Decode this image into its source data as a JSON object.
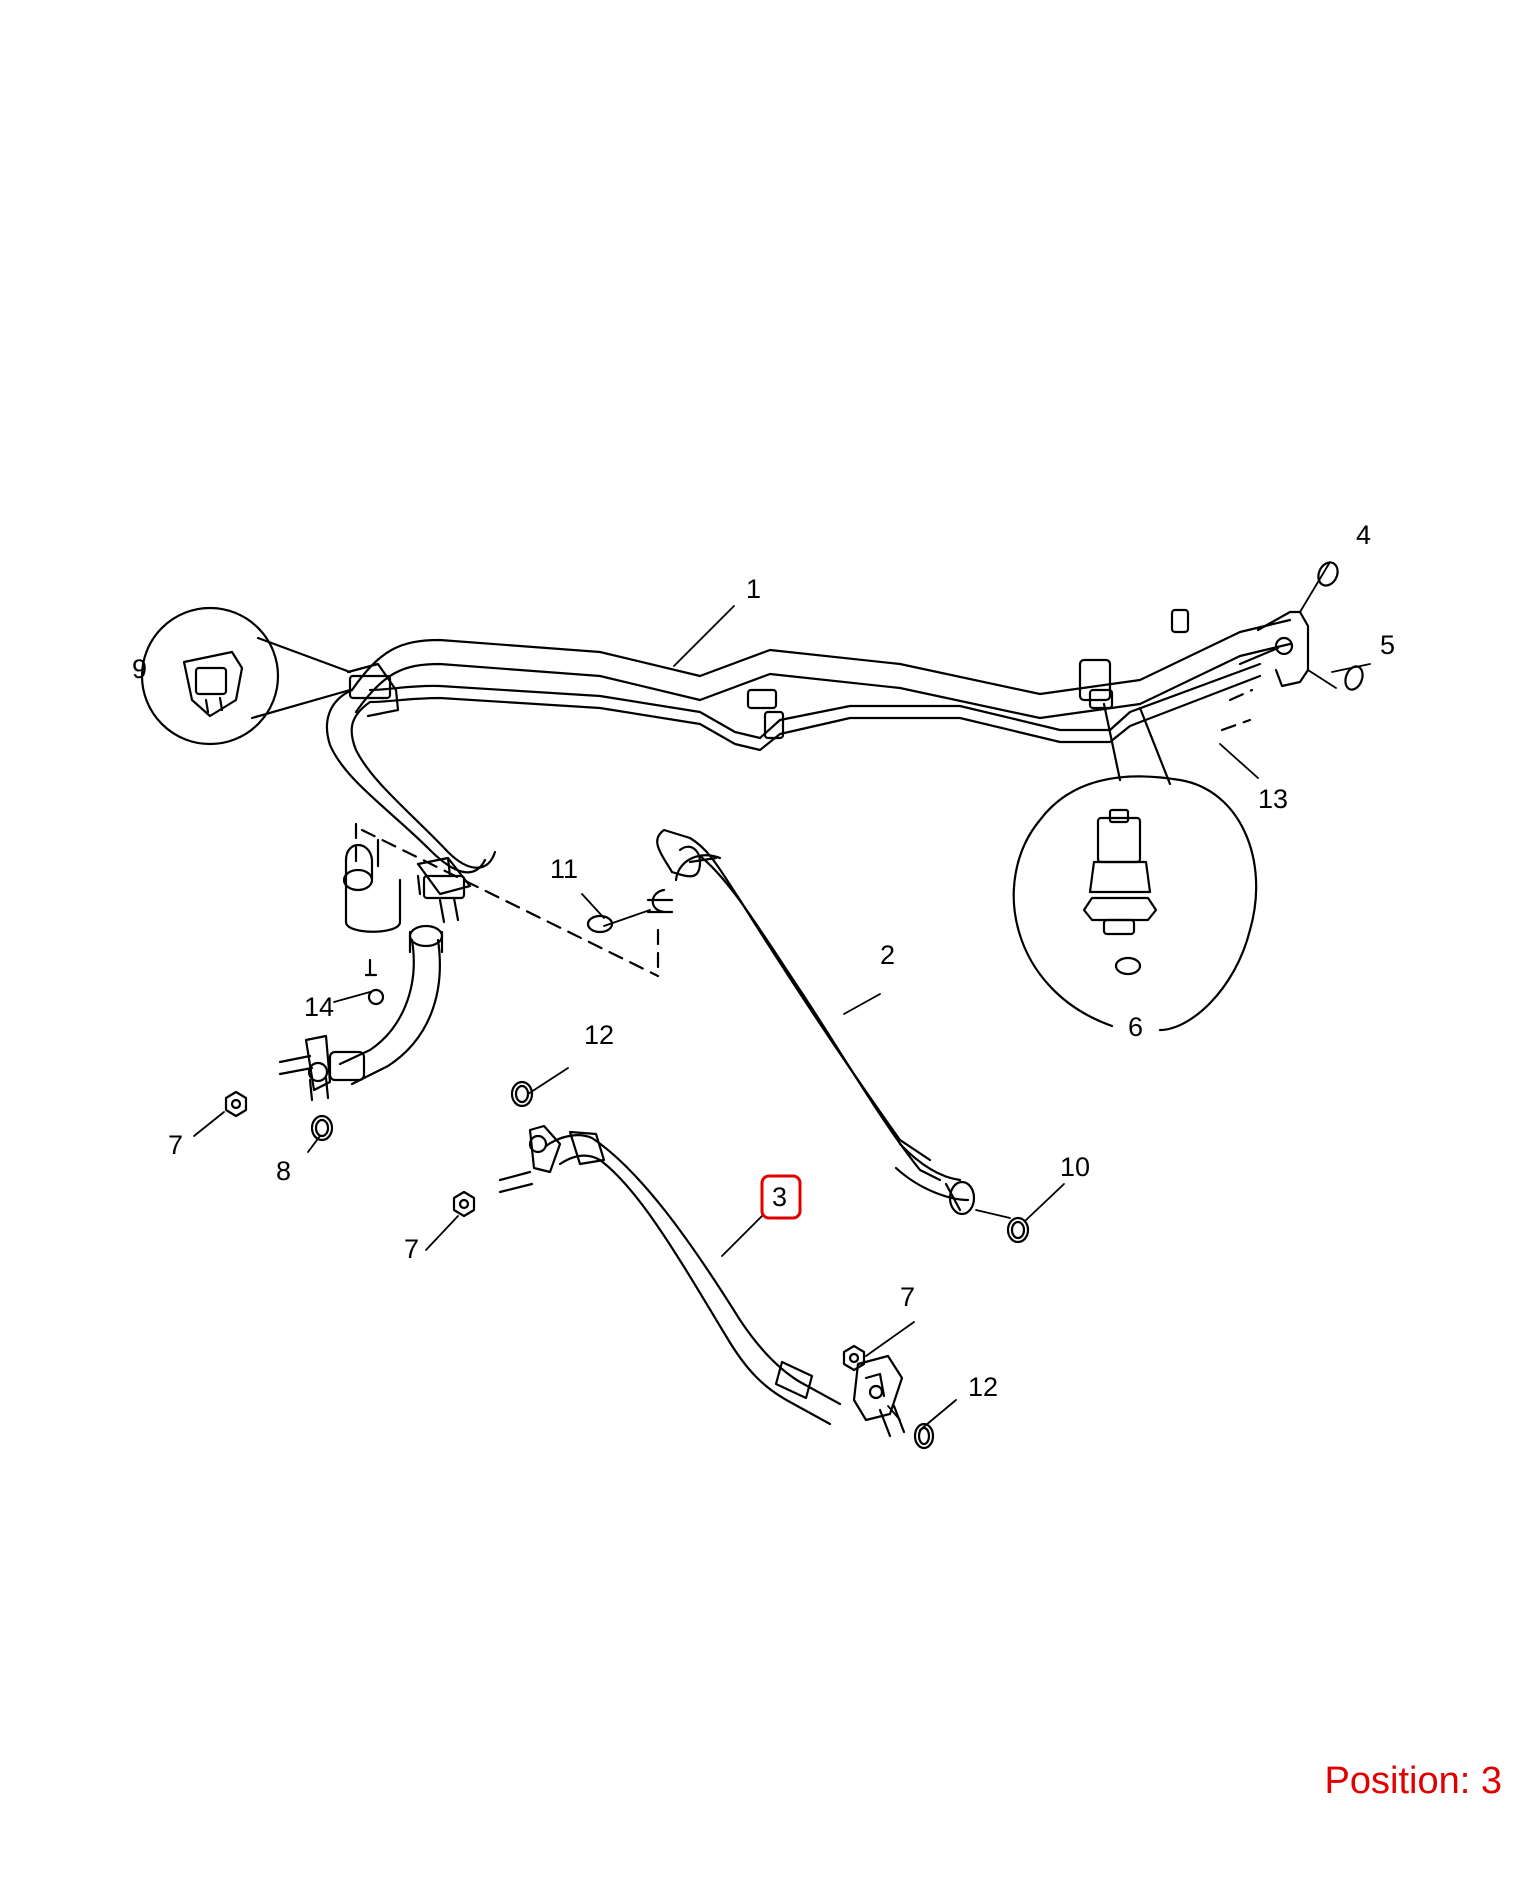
{
  "callouts": {
    "c1": "1",
    "c2": "2",
    "c3": "3",
    "c4": "4",
    "c5": "5",
    "c6": "6",
    "c7a": "7",
    "c7b": "7",
    "c7c": "7",
    "c8": "8",
    "c9": "9",
    "c10": "10",
    "c11": "11",
    "c12a": "12",
    "c12b": "12",
    "c13": "13",
    "c14": "14"
  },
  "highlight": {
    "callout": "3",
    "color": "#e00000"
  },
  "position_label": "Position: 3"
}
